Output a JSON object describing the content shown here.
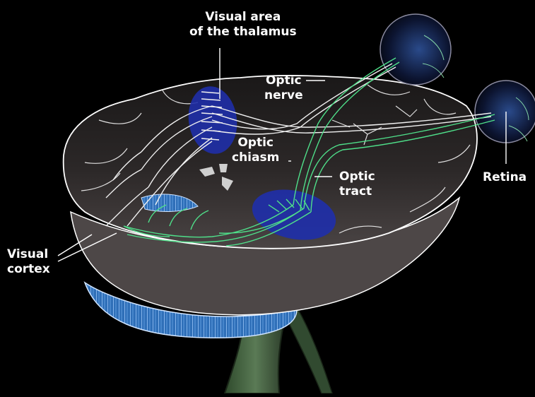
{
  "labels": {
    "thalamus": {
      "line1": "Visual area",
      "line2": "of the thalamus"
    },
    "optic_nerve": {
      "line1": "Optic",
      "line2": "nerve"
    },
    "optic_chiasm": {
      "line1": "Optic",
      "line2": "chiasm"
    },
    "optic_tract": {
      "line1": "Optic",
      "line2": "tract"
    },
    "retina": {
      "line1": "Retina"
    },
    "visual_cortex": {
      "line1": "Visual",
      "line2": "cortex"
    }
  },
  "colors": {
    "background": "#000000",
    "brain": "#3a3434",
    "cerebellum": "#2f6fb8",
    "nucleus_fill": "#1f2fa8",
    "green_pathway": "#4fe08a",
    "white_pathway": "#f0f0f0",
    "label_text": "#ffffff"
  }
}
